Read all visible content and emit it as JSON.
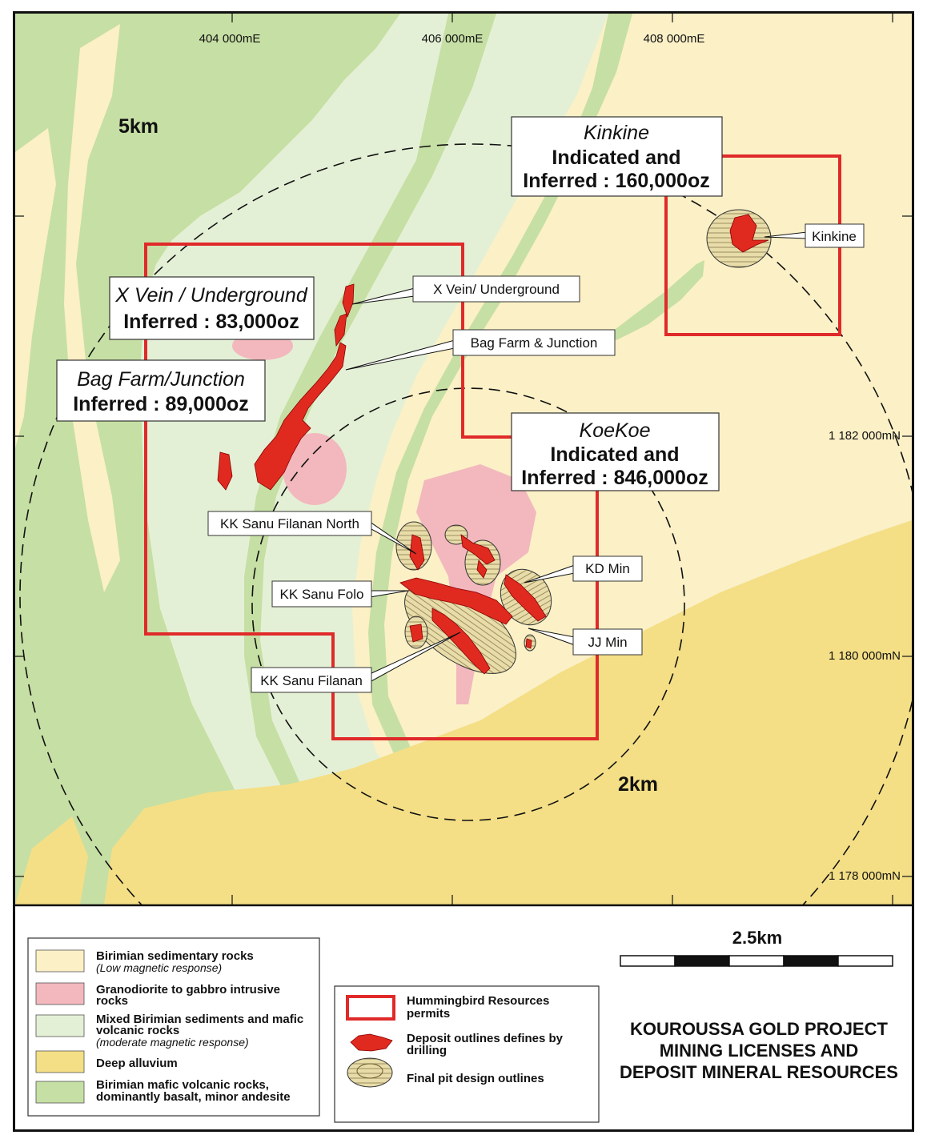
{
  "colors": {
    "birimian_sedimentary": "#fbf0c6",
    "granodiorite": "#f2b8bd",
    "mixed_birimian": "#e4f0d6",
    "deep_alluvium": "#f4df86",
    "mafic_volcanic": "#c6dfa4",
    "permit_outline": "#e02a2a",
    "deposit_fill": "#e02a20",
    "pit_fill": "#e8dca8"
  },
  "grid": {
    "eastings": [
      "404 000mE",
      "406 000mE",
      "408 000mE"
    ],
    "northings": [
      "1 182 000mN",
      "1 180 000mN",
      "1 178 000mN"
    ]
  },
  "distance_rings": [
    "5km",
    "2km"
  ],
  "resources": [
    {
      "name": "Kinkine",
      "line1": "Indicated and",
      "line2": "Inferred : 160,000oz"
    },
    {
      "name": "X Vein / Underground",
      "line1": "Inferred : 83,000oz"
    },
    {
      "name": "Bag Farm/Junction",
      "line1": "Inferred : 89,000oz"
    },
    {
      "name": "KoeKoe",
      "line1": "Indicated and",
      "line2": "Inferred : 846,000oz"
    }
  ],
  "deposit_labels": [
    "Kinkine",
    "X Vein/ Underground",
    "Bag Farm & Junction",
    "KK Sanu Filanan North",
    "KD Min",
    "KK Sanu Folo",
    "JJ Min",
    "KK Sanu Filanan"
  ],
  "legend": {
    "geology": [
      {
        "label": "Birimian sedimentary rocks",
        "sub": "(Low magnetic response)",
        "color_key": "birimian_sedimentary"
      },
      {
        "label": "Granodiorite to gabbro intrusive",
        "label2": "rocks",
        "color_key": "granodiorite"
      },
      {
        "label": "Mixed Birimian sediments and mafic",
        "label2": "volcanic rocks",
        "sub": "(moderate magnetic response)",
        "color_key": "mixed_birimian"
      },
      {
        "label": "Deep alluvium",
        "color_key": "deep_alluvium"
      },
      {
        "label": "Birimian mafic volcanic rocks,",
        "label2": "dominantly basalt, minor andesite",
        "color_key": "mafic_volcanic"
      }
    ],
    "symbols": [
      {
        "label": "Hummingbird Resources",
        "label2": "permits"
      },
      {
        "label": "Deposit outlines defines by",
        "label2": "drilling"
      },
      {
        "label": "Final pit design outlines"
      }
    ]
  },
  "scale_bar": {
    "label": "2.5km",
    "segments": 5
  },
  "title": {
    "line1": "KOUROUSSA GOLD PROJECT",
    "line2": "MINING LICENSES AND",
    "line3": "DEPOSIT MINERAL RESOURCES"
  }
}
